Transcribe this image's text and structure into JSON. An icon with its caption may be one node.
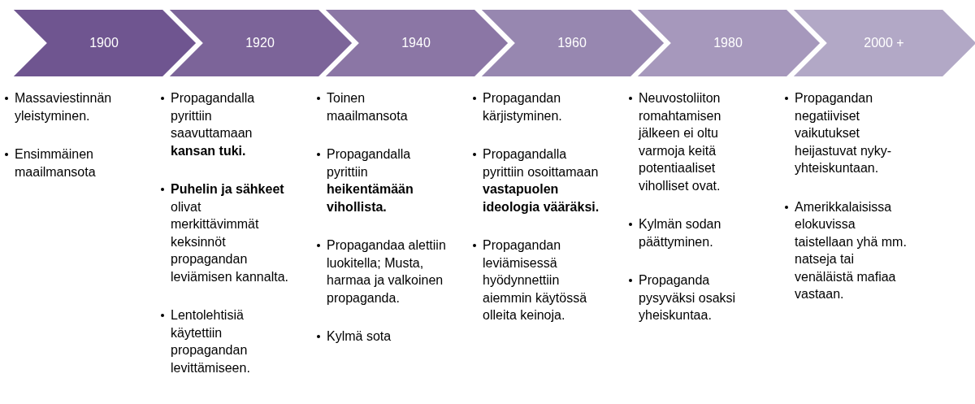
{
  "diagram": {
    "nodes": [
      {
        "text": [
          "1900"
        ],
        "beside": [
          "Massaviestinnän yleistyminen.",
          "Ensimmäinen maailmansota"
        ]
      },
      {
        "text": [
          "1920"
        ],
        "beside": [
          "Propagandalla pyrittiin saavuttamaan **kansan tuki.**",
          "**Puhelin ja sähkeet** olivat merkittävimmät keksinnöt propagandan leviämisen kannalta.",
          "Lentolehtisiä käytettiin propagandan levittämiseen."
        ]
      },
      {
        "text": [
          "1940"
        ],
        "beside": [
          "Toinen maailmansota",
          "Propagandalla pyrittiin **heikentämään vihollista.**",
          "Propagandaa alettiin luokitella; Musta, harmaa ja valkoinen propaganda.",
          "Kylmä sota"
        ]
      },
      {
        "text": [
          "1960"
        ],
        "beside": [
          "Propagandan kärjistyminen.",
          "Propagandalla pyrittiin osoittamaan **vastapuolen ideologia vääräksi.**",
          "Propagandan leviämisessä hyödynnettiin aiemmin käytössä olleita keinoja."
        ]
      },
      {
        "text": [
          "1980"
        ],
        "beside": [
          "Neuvostoliiton romahtamisen jälkeen ei oltu varmoja keitä potentiaaliset viholliset ovat.",
          "Kylmän sodan päättyminen.",
          "Propaganda pysyväksi osaksi yheiskuntaa."
        ]
      },
      {
        "text": [
          "2000 +"
        ],
        "beside": [
          "Propagandan negatiiviset vaikutukset heijastuvat nyky-yhteiskuntaan.",
          "Amerikkalaisissa elokuvissa taistellaan yhä mm. natseja tai venäläistä mafiaa vastaan."
        ]
      }
    ]
  }
}
